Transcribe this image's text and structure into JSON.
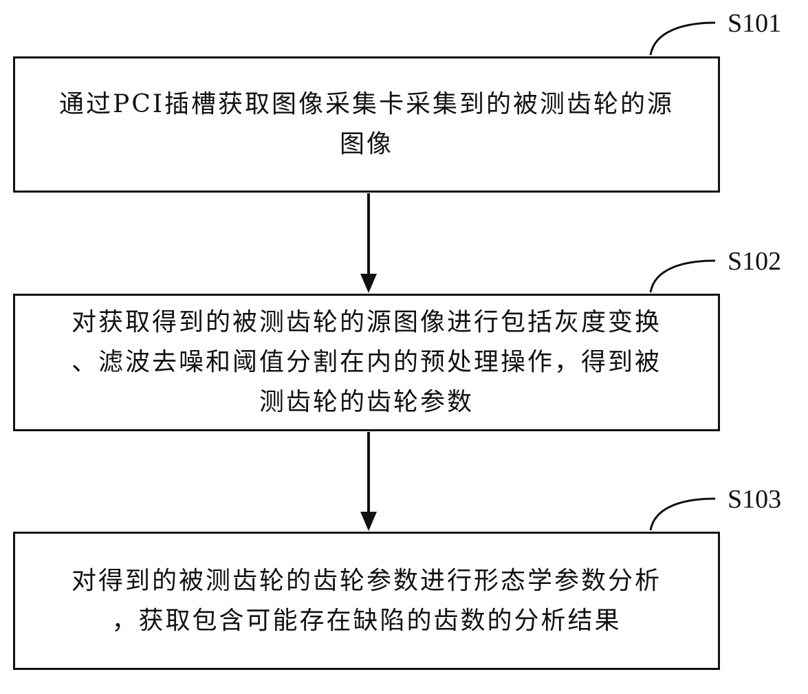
{
  "steps": [
    {
      "id": "S101",
      "text": "通过PCI插槽获取图像采集卡采集到的被测齿轮的源\n图像"
    },
    {
      "id": "S102",
      "text": "对获取得到的被测齿轮的源图像进行包括灰度变换\n、滤波去噪和阈值分割在内的预处理操作，得到被\n测齿轮的齿轮参数"
    },
    {
      "id": "S103",
      "text": "对得到的被测齿轮的齿轮参数进行形态学参数分析\n，获取包含可能存在缺陷的齿数的分析结果"
    }
  ],
  "colors": {
    "stroke": "#111111",
    "background": "#ffffff"
  }
}
